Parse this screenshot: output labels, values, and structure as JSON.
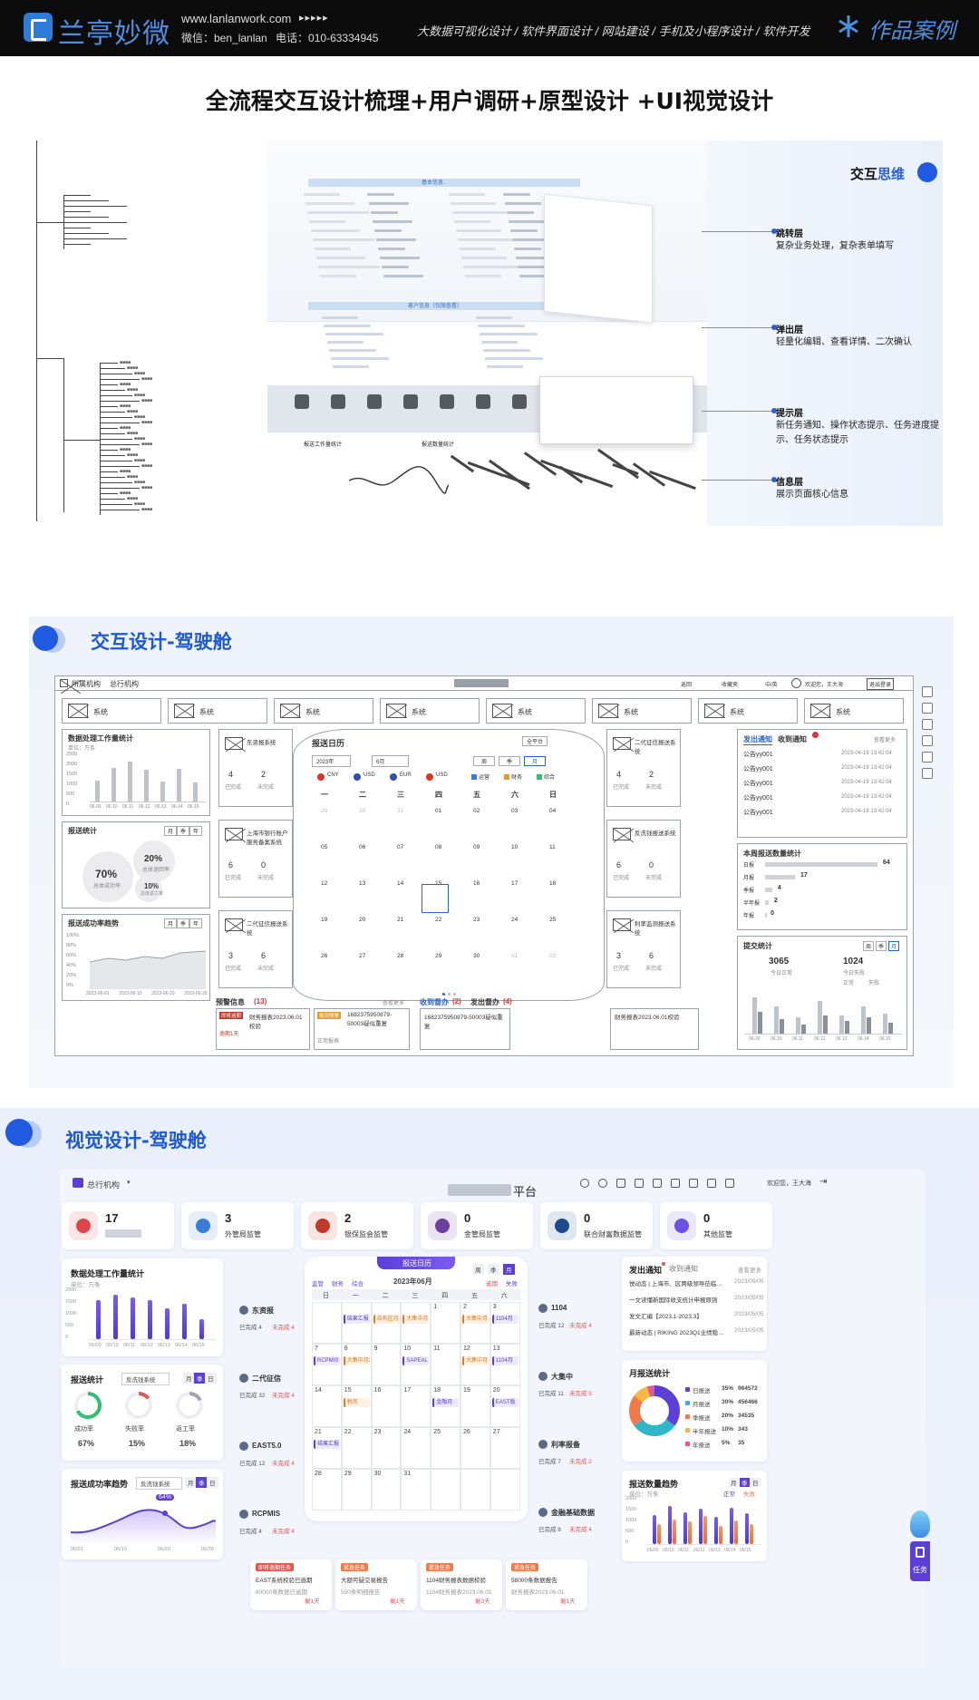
{
  "header": {
    "logo": "兰亭妙微",
    "site": "www.lanlanwork.com",
    "dots": "▸▸▸▸▸",
    "contact": "微信：ben_lanlan   电话：010-63334945",
    "services": "大数据可视化设计 / 软件界面设计 / 网站建设 / 手机及小程序设计 / 软件开发",
    "works_label": "作品案例"
  },
  "section1": {
    "title": "全流程交互设计梳理+用户调研+原型设计 +UI视觉设计",
    "panel_title_a": "交互",
    "panel_title_b": "思维",
    "layers": [
      {
        "name": "跳转层",
        "desc": "复杂业务处理，复杂表单填写"
      },
      {
        "name": "弹出层",
        "desc": "轻量化编辑、查看详情、二次确认"
      },
      {
        "name": "提示层",
        "desc": "新任务通知、操作状态提示、任务进度提示、任务状态提示"
      },
      {
        "name": "信息层",
        "desc": "展示页面核心信息"
      }
    ],
    "mock_section_a": "基本信息",
    "mock_section_b": "客户信息（仅限查看）",
    "mock_tab_a": "报送工作量统计",
    "mock_tab_b": "报送数量统计"
  },
  "section2": {
    "title": "交互设计-驾驶舱",
    "topbar": {
      "org_label": "所属机构",
      "org_value": "总行机构",
      "nav": [
        "返回",
        "收藏夹",
        "中/英",
        "欢迎您，王大海",
        "退出登录"
      ]
    },
    "systems": [
      "系统",
      "系统",
      "系统",
      "系统",
      "系统",
      "系统",
      "系统",
      "系统"
    ],
    "workload": {
      "title": "数据处理工作量统计",
      "unit": "单位：万条",
      "yticks": [
        "2500",
        "2000",
        "1500",
        "1000",
        "500",
        "0"
      ],
      "x": [
        "06.09",
        "06.10",
        "06.11",
        "06.12",
        "06.13",
        "06.14",
        "06.15"
      ],
      "values": [
        1100,
        1800,
        2100,
        1700,
        1050,
        1750,
        1000
      ]
    },
    "report_stats": {
      "title": "报送统计",
      "tabs": [
        "月",
        "季",
        "年"
      ],
      "items": [
        {
          "v": "70%",
          "l": "总体成功率"
        },
        {
          "v": "20%",
          "l": "总体退回率"
        },
        {
          "v": "10%",
          "l": "总体返工率"
        }
      ]
    },
    "trend": {
      "title": "报送成功率趋势",
      "tabs": [
        "月",
        "季",
        "年"
      ],
      "yticks": [
        "100%",
        "80%",
        "60%",
        "40%",
        "20%",
        "0%"
      ],
      "x": [
        "2023-06-01",
        "2023-06-10",
        "2023-06-20",
        "2023-06-30"
      ]
    },
    "left_sys": [
      {
        "name": "东资报系统",
        "done": "4",
        "undone": "2"
      },
      {
        "name": "上海市银行账户服务备案系统",
        "done": "6",
        "undone": "0"
      },
      {
        "name": "二代征信报送系统",
        "done": "3",
        "undone": "6"
      }
    ],
    "right_sys": [
      {
        "name": "二代征信报送系统",
        "done": "4",
        "undone": "2"
      },
      {
        "name": "反洗钱报送系统",
        "done": "6",
        "undone": "0"
      },
      {
        "name": "利率监测报送系统",
        "done": "3",
        "undone": "6"
      }
    ],
    "done_label": "已完成",
    "undone_label": "未完成",
    "calendar": {
      "title": "报送日历",
      "platform": "全平台",
      "year": "2023年",
      "month": "6月",
      "tabs": [
        "周",
        "季",
        "月"
      ],
      "currencies": [
        "CNY",
        "USD",
        "EUR",
        "USD"
      ],
      "cats": [
        "运营",
        "财务",
        "综合"
      ],
      "weekdays": [
        "一",
        "二",
        "三",
        "四",
        "五",
        "六",
        "日"
      ],
      "rows": [
        [
          "29",
          "30",
          "31",
          "01",
          "02",
          "03",
          "04"
        ],
        [
          "05",
          "06",
          "07",
          "08",
          "09",
          "10",
          "11"
        ],
        [
          "12",
          "13",
          "14",
          "15",
          "16",
          "17",
          "18"
        ],
        [
          "19",
          "20",
          "21",
          "22",
          "23",
          "24",
          "25"
        ],
        [
          "26",
          "27",
          "28",
          "29",
          "30",
          "01",
          "02"
        ]
      ]
    },
    "warning": {
      "title": "预警信息",
      "count": "(13)",
      "more": "查看更多",
      "items": [
        {
          "tag": "即将逾期",
          "text": "财务报表2023.06.01校验",
          "sub": "逾期1天"
        },
        {
          "tag": "规则预警",
          "text": "1682375950879-50003疑似重复",
          "sub": "正常报表"
        }
      ]
    },
    "supervise": {
      "recv": "收到督办",
      "recv_count": "(2)",
      "send": "发出督办",
      "send_count": "(4)",
      "items": [
        {
          "text": "1682375950879-50003疑似重复"
        },
        {
          "text": "财务报表2023.06.01校验"
        }
      ]
    },
    "notice": {
      "tab_a": "发出通知",
      "tab_b": "收到通知",
      "more": "查看更多",
      "items": [
        "公告yy001",
        "公告yy001",
        "公告yy001",
        "公告yy001",
        "公告yy001"
      ],
      "date": "2023-04-19 13:42:04"
    },
    "count_stats": {
      "title": "本周报送数量统计",
      "rows": [
        {
          "k": "日报",
          "v": "64"
        },
        {
          "k": "月报",
          "v": "17"
        },
        {
          "k": "季报",
          "v": "4"
        },
        {
          "k": "半年报",
          "v": "2"
        },
        {
          "k": "年报",
          "v": "0"
        }
      ]
    },
    "submit_stats": {
      "title": "提交统计",
      "a": "3065",
      "al": "今日正常",
      "b": "1024",
      "bl": "今日失败",
      "legend": [
        "正常",
        "失败"
      ],
      "x": [
        "06.09",
        "06.10",
        "06.11",
        "06.12",
        "06.13",
        "06.14",
        "06.15"
      ]
    }
  },
  "section3": {
    "title": "视觉设计-驾驶舱",
    "org": "总行机构",
    "platform": "平台",
    "welcome": "欢迎您，王大海",
    "tiles": [
      {
        "num": "17",
        "label": "",
        "color": "#e0444c"
      },
      {
        "num": "3",
        "label": "外管局监管",
        "color": "#3a7bd5"
      },
      {
        "num": "2",
        "label": "银保监会监管",
        "color": "#c0392b"
      },
      {
        "num": "0",
        "label": "金管局监管",
        "color": "#6b3fa0"
      },
      {
        "num": "0",
        "label": "联合财富数据监管",
        "color": "#1d4a8a"
      },
      {
        "num": "0",
        "label": "其他监管",
        "color": "#6a52e8"
      }
    ],
    "workload": {
      "title": "数据处理工作量统计",
      "unit": "单位：万条",
      "yticks": [
        "2000",
        "1500",
        "1000",
        "500",
        "0"
      ],
      "x": [
        "06/09",
        "06/10",
        "06/11",
        "06/12",
        "06/13",
        "06/14",
        "06/15"
      ],
      "values": [
        1600,
        1800,
        1700,
        1600,
        1250,
        1450,
        800
      ]
    },
    "report_stats": {
      "title": "报送统计",
      "filter": "反洗钱系统",
      "tabs": [
        "月",
        "季",
        "日"
      ],
      "rings": [
        {
          "l": "成功率",
          "v": "67%",
          "c": "#2fbf71",
          "p": 67
        },
        {
          "l": "失败率",
          "v": "15%",
          "c": "#e8554e",
          "p": 15
        },
        {
          "l": "返工率",
          "v": "18%",
          "c": "#a0a4b0",
          "p": 18
        }
      ]
    },
    "trend": {
      "title": "报送成功率趋势",
      "filter": "反洗钱系统",
      "peak": "64%",
      "x": [
        "06/01",
        "06/10",
        "06/20",
        "06/30"
      ]
    },
    "left_sys": [
      {
        "name": "东资报",
        "done": "已完成 4",
        "undone": "未完成 4"
      },
      {
        "name": "二代征信",
        "done": "已完成 32",
        "undone": "未完成 4"
      },
      {
        "name": "EAST5.0",
        "done": "已完成 12",
        "undone": "未完成 4"
      },
      {
        "name": "RCPMIS",
        "done": "已完成 4",
        "undone": "未完成 4"
      }
    ],
    "right_sys": [
      {
        "name": "1104",
        "done": "已完成 12",
        "undone": "未完成 4"
      },
      {
        "name": "大集中",
        "done": "已完成 11",
        "undone": "未完成 5"
      },
      {
        "name": "利率报备",
        "done": "已完成 7",
        "undone": "未完成 2"
      },
      {
        "name": "金融基础数据",
        "done": "已完成 8",
        "undone": "未完成 4"
      }
    ],
    "calendar": {
      "title": "报送日历",
      "month": "2023年06月",
      "cats": [
        "监管",
        "财务",
        "综合"
      ],
      "legend": [
        "逾期",
        "失败"
      ],
      "tabs": [
        "周",
        "季",
        "月"
      ],
      "weekdays": [
        "日",
        "一",
        "二",
        "三",
        "四",
        "五",
        "六"
      ],
      "rows": [
        [
          "",
          "",
          "",
          "",
          "1",
          "2",
          "3"
        ],
        [
          "7",
          "8",
          "9",
          "10",
          "11",
          "12",
          "13"
        ],
        [
          "14",
          "15",
          "16",
          "17",
          "18",
          "19",
          "20"
        ],
        [
          "21",
          "22",
          "23",
          "24",
          "25",
          "26",
          "27"
        ],
        [
          "28",
          "29",
          "30",
          "31",
          "",
          "",
          ""
        ]
      ],
      "tags": [
        {
          "r": 0,
          "c": 1,
          "t": "结果汇报",
          "k": "b"
        },
        {
          "r": 0,
          "c": 2,
          "t": "自有区月",
          "k": "o"
        },
        {
          "r": 0,
          "c": 3,
          "t": "大集中月",
          "k": "o"
        },
        {
          "r": 0,
          "c": 5,
          "t": "大集中月",
          "k": "o"
        },
        {
          "r": 0,
          "c": 6,
          "t": "1104月",
          "k": "b"
        },
        {
          "r": 1,
          "c": 0,
          "t": "RCPMIS",
          "k": "b"
        },
        {
          "r": 1,
          "c": 1,
          "t": "大集中月2",
          "k": "o"
        },
        {
          "r": 1,
          "c": 3,
          "t": "SAPEAL",
          "k": "b"
        },
        {
          "r": 1,
          "c": 5,
          "t": "大集中月",
          "k": "o"
        },
        {
          "r": 1,
          "c": 6,
          "t": "1104月",
          "k": "b"
        },
        {
          "r": 2,
          "c": 1,
          "t": "税务",
          "k": "o"
        },
        {
          "r": 2,
          "c": 4,
          "t": "金融月",
          "k": "b"
        },
        {
          "r": 2,
          "c": 6,
          "t": "EAST版",
          "k": "b"
        },
        {
          "r": 3,
          "c": 0,
          "t": "结果汇报",
          "k": "b"
        }
      ]
    },
    "tasks": [
      {
        "tag": "即将逾期任务",
        "t1": "EAST系统校验已逾期",
        "t2": "80000条数据已逾期",
        "d": "剩1天"
      },
      {
        "tag": "紧急任务",
        "t1": "大额可疑交易报告",
        "t2": "500条明细报告",
        "d": "剩1天"
      },
      {
        "tag": "紧急任务",
        "t1": "1104财务报表数据校验",
        "t2": "1104财务报表2023.06.01",
        "d": "剩3天"
      },
      {
        "tag": "紧急任务",
        "t1": "58000条数据报告",
        "t2": "财务报表2023.06.01",
        "d": "剩1天"
      }
    ],
    "notice": {
      "tab_a": "发出通知",
      "tab_b": "收到通知",
      "more": "查看更多",
      "items": [
        {
          "t": "悦动态 | 上海市、区两级领导莅临…",
          "d": "2023/05/05"
        },
        {
          "t": "一文读懂新国际收支统计申报原则",
          "d": "2023/05/05"
        },
        {
          "t": "发文汇编【2023.1-2023.3】",
          "d": "2023/05/05"
        },
        {
          "t": "最新动态 | RIKING 2023Q1业绩稳…",
          "d": "2023/05/05"
        }
      ]
    },
    "monthly": {
      "title": "月报送统计",
      "rows": [
        {
          "k": "日报送",
          "p": "35%",
          "v": "964572",
          "c": "#5b3fd6"
        },
        {
          "k": "月报送",
          "p": "30%",
          "v": "456466",
          "c": "#2fb6c8"
        },
        {
          "k": "季报送",
          "p": "20%",
          "v": "34535",
          "c": "#f07a4a"
        },
        {
          "k": "半年报送",
          "p": "10%",
          "v": "343",
          "c": "#f5b840"
        },
        {
          "k": "年报送",
          "p": "5%",
          "v": "35",
          "c": "#e05a8a"
        }
      ]
    },
    "count": {
      "title": "报送数量趋势",
      "unit": "单位：万条",
      "legend": [
        "正常",
        "失败"
      ],
      "yticks": [
        "2000",
        "1500",
        "1000",
        "500",
        "0"
      ],
      "x": [
        "06/09",
        "06/10",
        "06/11",
        "06/12",
        "06/13",
        "06/14",
        "06/15"
      ],
      "a": [
        1300,
        1700,
        1400,
        1550,
        1200,
        1600,
        1350
      ],
      "b": [
        900,
        1100,
        1000,
        1250,
        800,
        1050,
        900
      ]
    },
    "task_btn": "任务"
  }
}
